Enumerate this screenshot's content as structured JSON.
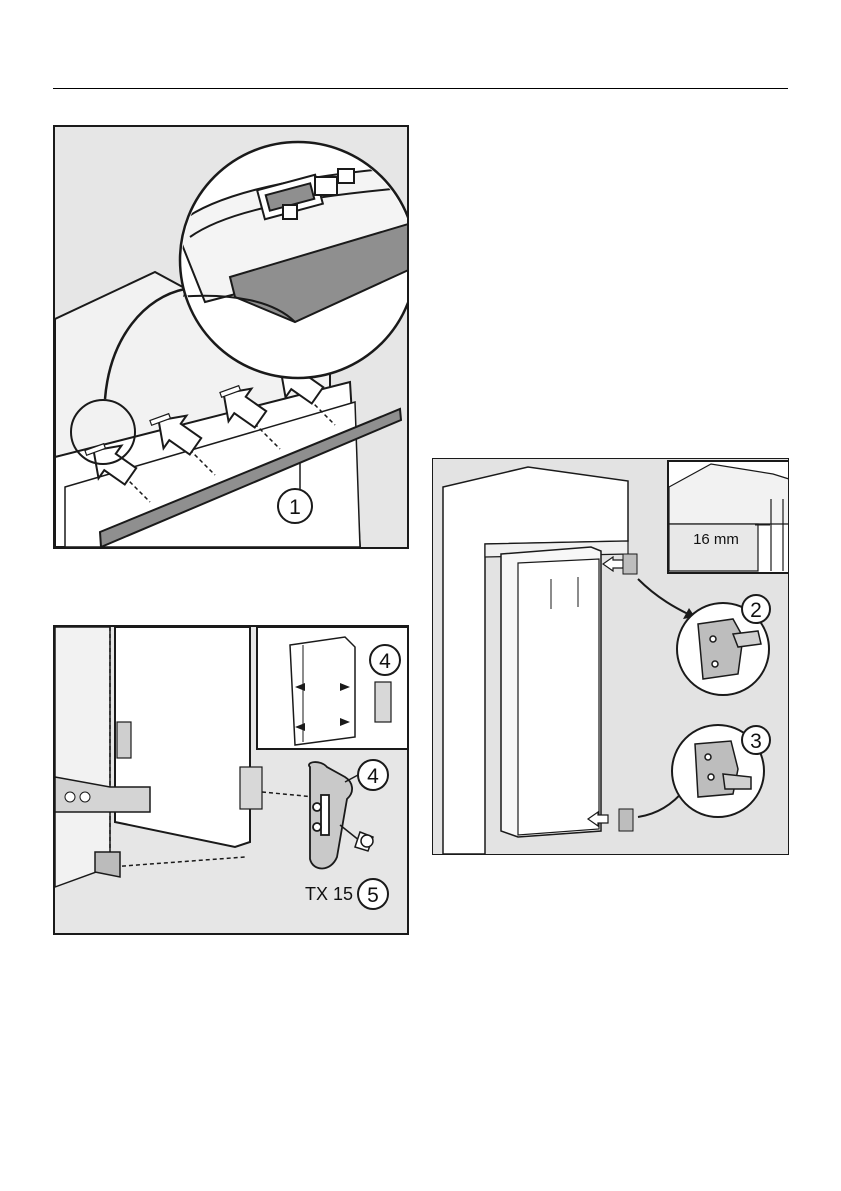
{
  "figure_top": {
    "callouts": [
      "1"
    ]
  },
  "figure_bottom_left": {
    "callouts": [
      "4",
      "4",
      "5"
    ],
    "tool_label": "TX 15"
  },
  "figure_right": {
    "callouts": [
      "2",
      "3"
    ],
    "dimension_label": "16 mm"
  },
  "colors": {
    "panel_background": "#e6e6e6",
    "part_gray": "#8f8f8f",
    "line": "#1a1a1a"
  },
  "icons": [
    "arrow-icon",
    "magnifier-circle-icon",
    "bracket-icon",
    "screw-icon"
  ]
}
